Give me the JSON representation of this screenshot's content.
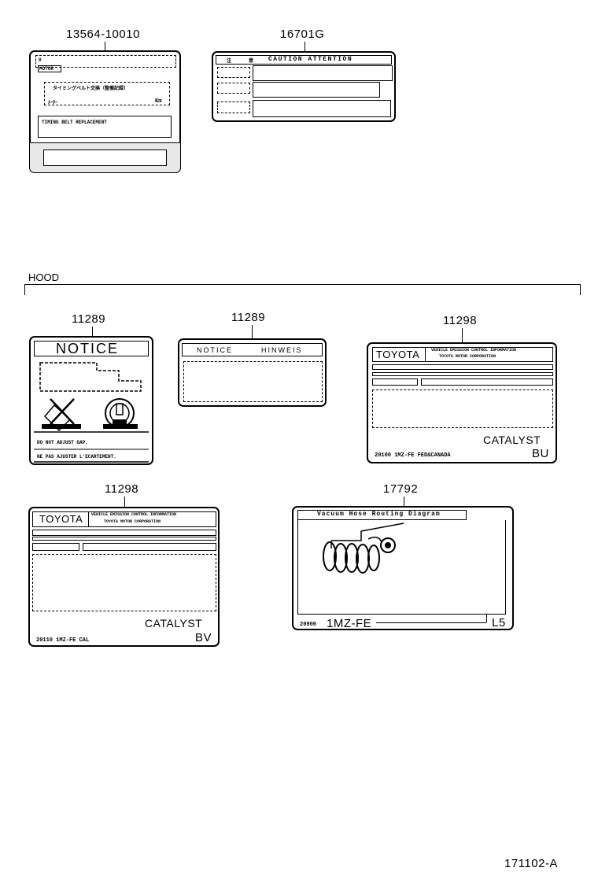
{
  "section_label": "HOOD",
  "figure_number": "171102-A",
  "labels": {
    "belt": {
      "part_number": "13564-10010",
      "code": "0",
      "tag": "MOTOR",
      "jp_line": "タイミングベルト交換（整備記録）",
      "unit": "Km",
      "jp_small": "ﾒｰﾀｰ",
      "replacement_text": "TIMING BELT REPLACEMENT"
    },
    "caution": {
      "part_number": "16701G",
      "jp_left": "注",
      "jp_right": "意",
      "header": "CAUTION  ATTENTION"
    },
    "notice_gap": {
      "part_number": "11289",
      "title": "NOTICE",
      "line1": "DO NOT ADJUST GAP.",
      "line2": "NE PAS AJUSTER L'ECARTEMENT."
    },
    "notice_hinweis": {
      "part_number": "11289",
      "title_left": "NOTICE",
      "title_right": "HINWEIS"
    },
    "emission_bu": {
      "part_number": "11298",
      "brand": "TOYOTA",
      "header1": "VEHICLE EMISSION CONTROL INFORMATION",
      "header2": "TOYOTA MOTOR CORPORATION",
      "catalyst": "CATALYST",
      "code": "BU",
      "footer": "20100  1MZ-FE   FED&CANADA"
    },
    "emission_bv": {
      "part_number": "11298",
      "brand": "TOYOTA",
      "header1": "VEHICLE EMISSION CONTROL INFORMATION",
      "header2": "TOYOTA MOTOR CORPORATION",
      "catalyst": "CATALYST",
      "code": "BV",
      "footer": "20110  1MZ-FE   CAL"
    },
    "vacuum": {
      "part_number": "17792",
      "title": "Vacuum Hose Routing Diagram",
      "code_small": "20900",
      "engine": "1MZ-FE",
      "suffix": "L5"
    }
  }
}
